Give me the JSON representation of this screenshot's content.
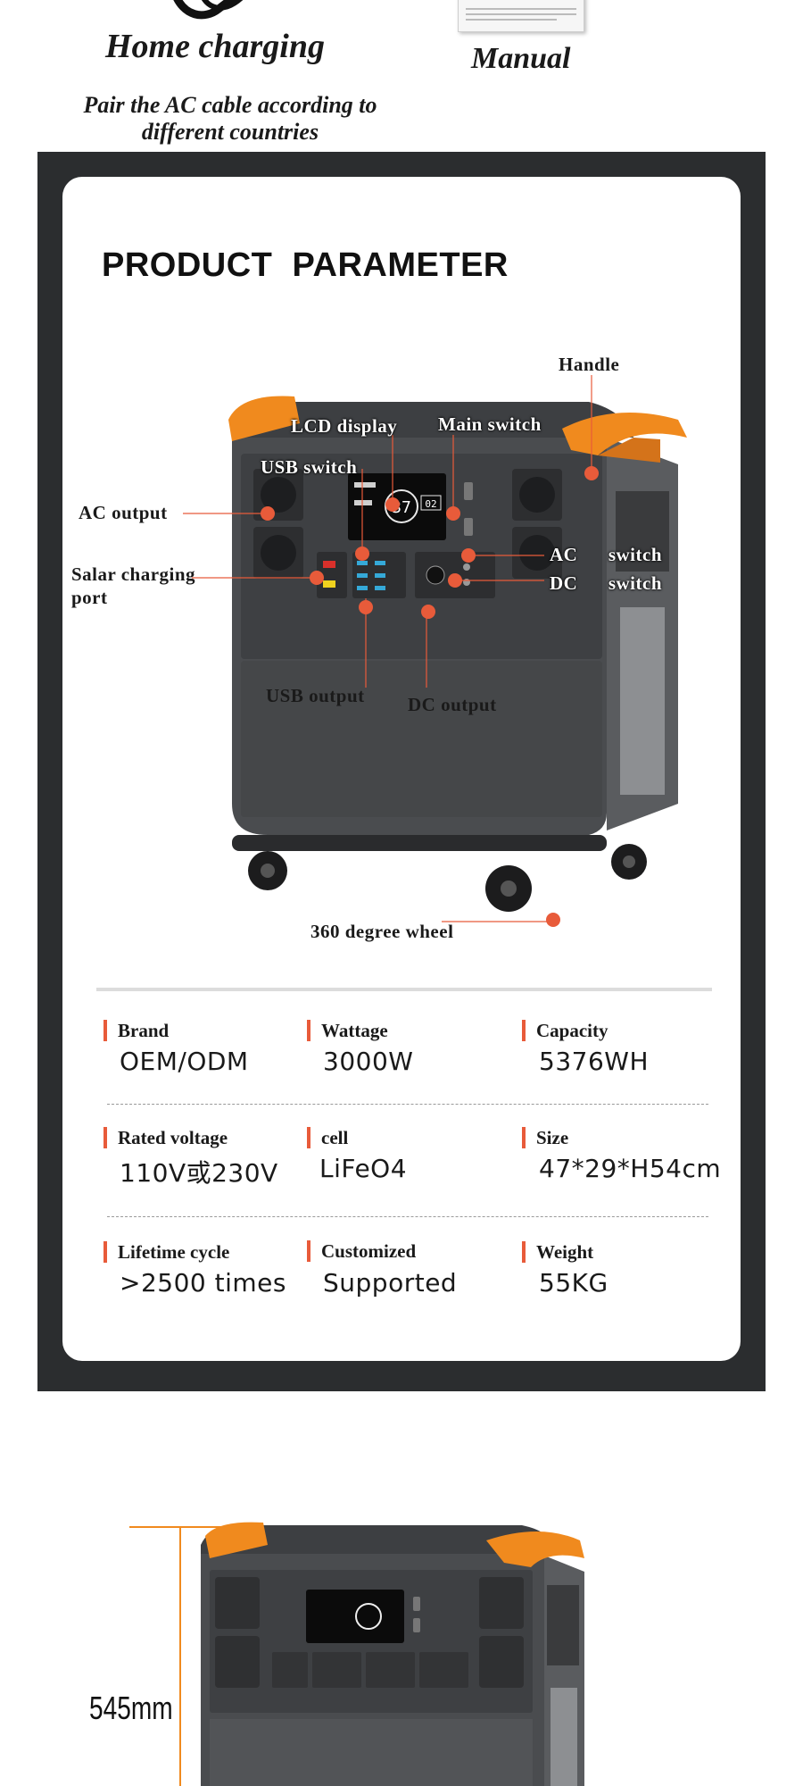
{
  "top": {
    "home_charging": "Home charging",
    "home_charging_sub": "Pair the AC cable according to different countries",
    "manual": "Manual"
  },
  "section_title": "PRODUCT  PARAMETER",
  "callouts": {
    "handle": "Handle",
    "lcd_display": "LCD display",
    "main_switch": "Main switch",
    "usb_switch": "USB switch",
    "ac_output": "AC output",
    "ac_switch": "AC      switch",
    "dc_switch": "DC      switch",
    "solar_port": "Salar charging port",
    "usb_output": "USB output",
    "dc_output": "DC output",
    "wheel": "360 degree wheel"
  },
  "lcd": {
    "main_value": "37",
    "side_value": "02"
  },
  "specs": [
    {
      "label": "Brand",
      "value": "OEM/ODM"
    },
    {
      "label": "Wattage",
      "value": "3000W"
    },
    {
      "label": "Capacity",
      "value": "5376WH"
    },
    {
      "label": "Rated voltage",
      "value": "110V或230V"
    },
    {
      "label": "cell",
      "value": "LiFeO4"
    },
    {
      "label": "Size",
      "value": "47*29*H54cm"
    },
    {
      "label": "Lifetime cycle",
      "value": ">2500 times"
    },
    {
      "label": "Customized",
      "value": "Supported"
    },
    {
      "label": "Weight",
      "value": "55KG"
    }
  ],
  "dimension": {
    "height_label": "545mm"
  },
  "colors": {
    "accent": "#e85b3a",
    "frame": "#2b2d2f",
    "device_body": "#4a4c4f",
    "device_orange": "#f08a1e"
  }
}
